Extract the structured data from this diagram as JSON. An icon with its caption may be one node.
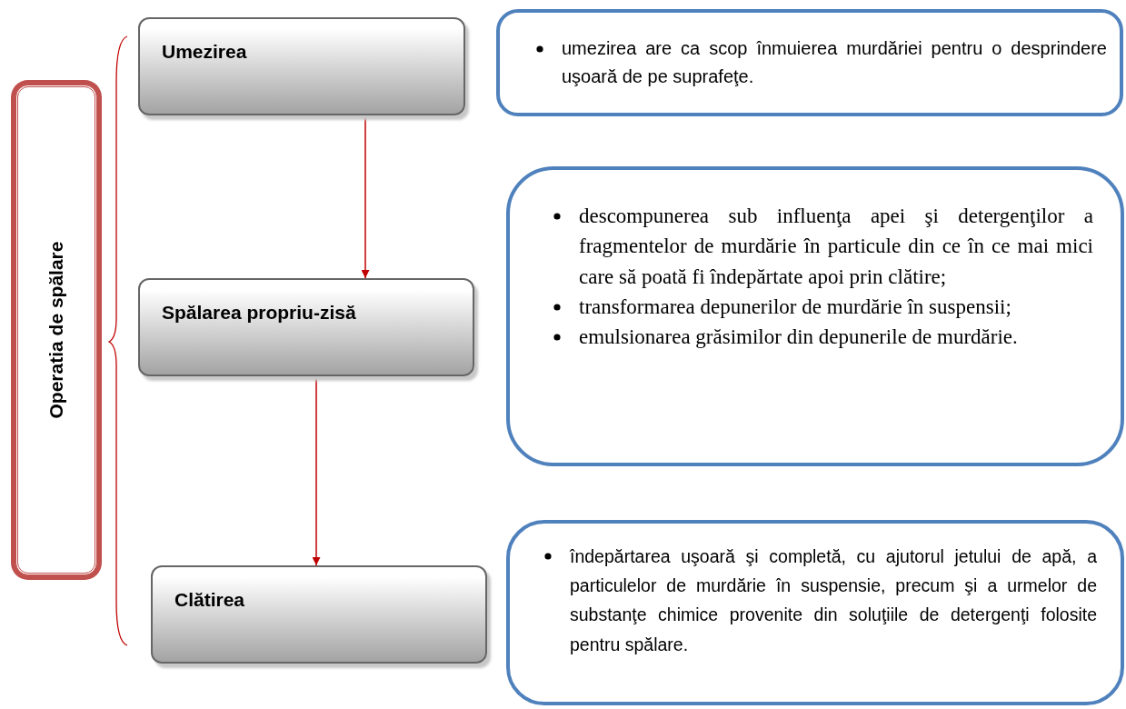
{
  "diagram": {
    "nodes": [
      {
        "text": [
          "Operatia de spălare"
        ]
      },
      {
        "text": [
          "Umezirea"
        ]
      },
      {
        "text": [
          "Spălarea propriu-zisă"
        ]
      },
      {
        "text": [
          "Clătirea"
        ]
      },
      {
        "text": [
          "umezirea are ca scop înmuierea murdăriei pentru o desprindere uşoară de pe suprafeţe."
        ]
      },
      {
        "text": [
          "descompunerea sub influenţa apei şi detergenţilor a fragmentelor de murdărie în particule din ce în ce mai mici care să poată fi îndepărtate apoi prin clătire;",
          "transformarea depunerilor de murdărie în suspensii;",
          "emulsionarea grăsimilor din depunerile de murdărie."
        ]
      },
      {
        "text": [
          "îndepărtarea uşoară şi completă, cu ajutorul jetului de apă, a particulelor de murdărie în suspensie, precum şi a urmelor de substanţe chimice provenite din soluţiile de detergenţi folosite pentru spălare."
        ]
      }
    ],
    "edges": [
      {
        "from": 1,
        "to": 2,
        "arrow": "to"
      },
      {
        "from": 2,
        "to": 3,
        "arrow": "to"
      }
    ]
  }
}
